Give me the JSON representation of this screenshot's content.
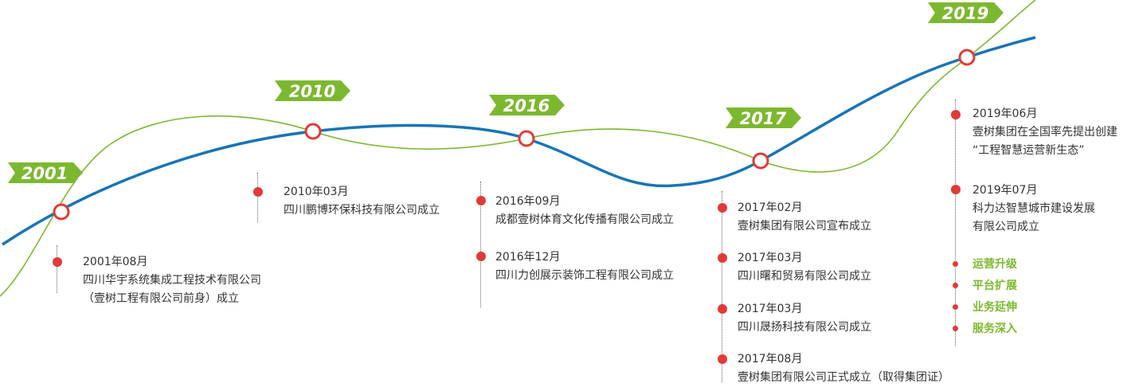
{
  "colors": {
    "blue_curve": "#1874b8",
    "green_curve": "#7cb82f",
    "node": "#e23a36",
    "flag": "#7cb82f",
    "text": "#333333"
  },
  "milestones": [
    {
      "year": "2001",
      "events": [
        {
          "date": "2001年08月",
          "lines": [
            "四川华宇系统集成工程技术有限公司",
            "（壹树工程有限公司前身）成立"
          ]
        }
      ]
    },
    {
      "year": "2010",
      "events": [
        {
          "date": "2010年03月",
          "lines": [
            "四川鹏博环保科技有限公司成立"
          ]
        }
      ]
    },
    {
      "year": "2016",
      "events": [
        {
          "date": "2016年09月",
          "lines": [
            "成都壹树体育文化传播有限公司成立"
          ]
        },
        {
          "date": "2016年12月",
          "lines": [
            "四川力创展示装饰工程有限公司成立"
          ]
        }
      ]
    },
    {
      "year": "2017",
      "events": [
        {
          "date": "2017年02月",
          "lines": [
            "壹树集团有限公司宣布成立"
          ]
        },
        {
          "date": "2017年03月",
          "lines": [
            "四川曙和贸易有限公司成立"
          ]
        },
        {
          "date": "2017年03月",
          "lines": [
            "四川晟扬科技有限公司成立"
          ]
        },
        {
          "date": "2017年08月",
          "lines": [
            "壹树集团有限公司正式成立（取得集团证）"
          ]
        }
      ]
    },
    {
      "year": "2019",
      "events": [
        {
          "date": "2019年06月",
          "lines": [
            "壹树集团在全国率先提出创建",
            "“工程智慧运营新生态”"
          ]
        },
        {
          "date": "2019年07月",
          "lines": [
            "科力达智慧城市建设发展",
            "有限公司成立"
          ]
        }
      ],
      "highlights": [
        "运营升级",
        "平台扩展",
        "业务延伸",
        "服务深入"
      ]
    }
  ]
}
